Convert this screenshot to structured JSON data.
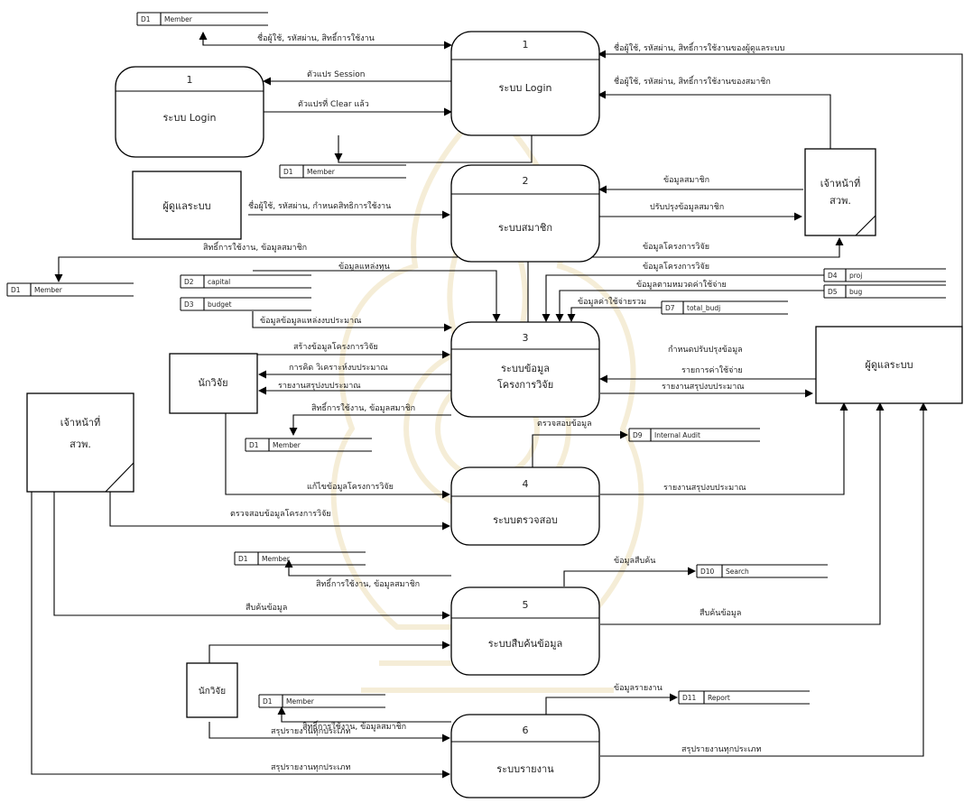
{
  "processes": [
    {
      "id": "p1a",
      "num": "1",
      "name": "ระบบ Login"
    },
    {
      "id": "p1b",
      "num": "1",
      "name": "ระบบ Login"
    },
    {
      "id": "p2",
      "num": "2",
      "name": "ระบบสมาชิก"
    },
    {
      "id": "p3",
      "num": "3",
      "name": "ระบบข้อมูล",
      "name2": "โครงการวิจัย"
    },
    {
      "id": "p4",
      "num": "4",
      "name": "ระบบตรวจสอบ"
    },
    {
      "id": "p5",
      "num": "5",
      "name": "ระบบสืบค้นข้อมูล"
    },
    {
      "id": "p6",
      "num": "6",
      "name": "ระบบรายงาน"
    }
  ],
  "entities": [
    {
      "id": "e_admin1",
      "name": "ผู้ดูแลระบบ"
    },
    {
      "id": "e_staff1",
      "name": "เจ้าหน้าที่",
      "name2": "สวพ."
    },
    {
      "id": "e_res1",
      "name": "นักวิจัย"
    },
    {
      "id": "e_staff2",
      "name": "เจ้าหน้าที่",
      "name2": "สวพ."
    },
    {
      "id": "e_admin2",
      "name": "ผู้ดูแลระบบ"
    },
    {
      "id": "e_res2",
      "name": "นักวิจัย"
    }
  ],
  "stores": [
    {
      "id": "s1",
      "code": "D1",
      "name": "Member"
    },
    {
      "id": "s2",
      "code": "D1",
      "name": "Member"
    },
    {
      "id": "s3",
      "code": "D1",
      "name": "Member"
    },
    {
      "id": "s4",
      "code": "D2",
      "name": "capital"
    },
    {
      "id": "s5",
      "code": "D3",
      "name": "budget"
    },
    {
      "id": "s6",
      "code": "D4",
      "name": "proj"
    },
    {
      "id": "s7",
      "code": "D5",
      "name": "bug"
    },
    {
      "id": "s8",
      "code": "D7",
      "name": "total_budj"
    },
    {
      "id": "s9",
      "code": "D1",
      "name": "Member"
    },
    {
      "id": "s10",
      "code": "D9",
      "name": "Internal Audit"
    },
    {
      "id": "s11",
      "code": "D1",
      "name": "Member"
    },
    {
      "id": "s12",
      "code": "D10",
      "name": "Search"
    },
    {
      "id": "s13",
      "code": "D1",
      "name": "Member"
    },
    {
      "id": "s14",
      "code": "D11",
      "name": "Report"
    }
  ],
  "labels": [
    "ชื่อผู้ใช้, รหัสผ่าน, สิทธิ์การใช้งาน",
    "ตัวแปร Session",
    "ตัวแปรที่ Clear แล้ว",
    "ชื่อผู้ใช้, รหัสผ่าน, สิทธิ์การใช้งานของผู้ดูแลระบบ",
    "ชื่อผู้ใช้, รหัสผ่าน, สิทธิ์การใช้งานของสมาชิก",
    "ข้อมูลสมาชิก",
    "ปรับปรุงข้อมูลสมาชิก",
    "ชื่อผู้ใช้, รหัสผ่าน, กำหนดสิทธิการใช้งาน",
    "สิทธิ์การใช้งาน, ข้อมูลสมาชิก",
    "ข้อมูลแหล่งทุน",
    "ข้อมูลโครงการวิจัย",
    "ข้อมูลโครงการวิจัย",
    "ข้อมูลตามหมวดค่าใช้จ่าย",
    "ข้อมูลค่าใช้จ่ายรวม",
    "ข้อมูลข้อมูลแหล่งงบประมาณ",
    "สร้างข้อมูลโครงการวิจัย",
    "การคิด วิเคราะห์งบประมาณ",
    "รายงานสรุปงบประมาณ",
    "กำหนดปรับปรุงข้อมูล",
    "รายการค่าใช้จ่าย",
    "รายงานสรุปงบประมาณ",
    "สิทธิ์การใช้งาน, ข้อมูลสมาชิก",
    "ตรวจสอบข้อมูล",
    "แก้ไขข้อมูลโครงการวิจัย",
    "รายงานสรุปงบประมาณ",
    "ตรวจสอบข้อมูลโครงการวิจัย",
    "ข้อมูลสืบค้น",
    "สิทธิ์การใช้งาน, ข้อมูลสมาชิก",
    "สืบค้นข้อมูล",
    "สืบค้นข้อมูล",
    "ข้อมูลรายงาน",
    "สิทธิ์การใช้งาน, ข้อมูลสมาชิก",
    "สรุปรายงานทุกประเภท",
    "สรุปรายงานทุกประเภท",
    "สรุปรายงานทุกประเภท"
  ]
}
